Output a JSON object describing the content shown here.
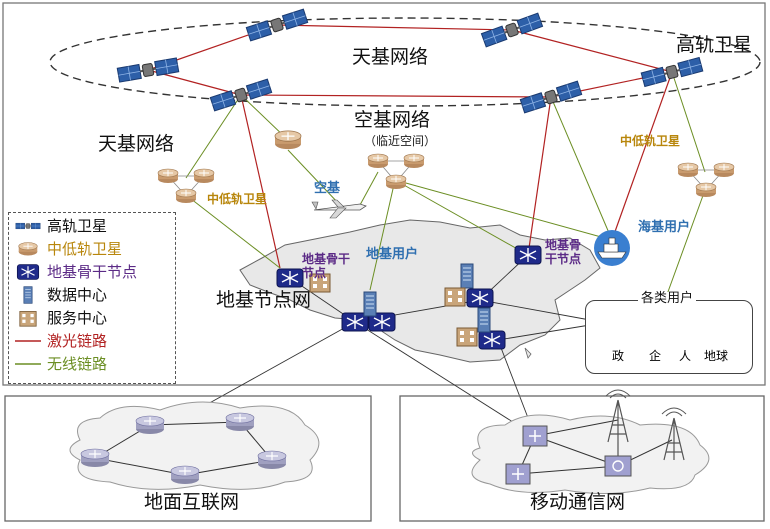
{
  "labels": {
    "sky_network_top": "天基网络",
    "geo_satellite": "高轨卫星",
    "sky_network_left": "天基网络",
    "air_network": "空基网络",
    "near_space": "（临近空间）",
    "leo_left": "中低轨卫星",
    "leo_right": "中低轨卫星",
    "air_base": "空基",
    "ground_user": "地基用户",
    "sea_user": "海基用户",
    "backbone_left": "地基骨干节点",
    "backbone_right": "地基骨干节点",
    "ground_node_net": "地基节点网",
    "ground_internet": "地面互联网",
    "mobile_network": "移动通信网"
  },
  "legend": [
    {
      "icon": "satellite-icon",
      "label": "高轨卫星",
      "color": "#111111"
    },
    {
      "icon": "leo-router-icon",
      "label": "中低轨卫星",
      "color": "#b8860b"
    },
    {
      "icon": "backbone-router-icon",
      "label": "地基骨干节点",
      "color": "#5b2a86"
    },
    {
      "icon": "data-center-icon",
      "label": "数据中心",
      "color": "#111111"
    },
    {
      "icon": "service-center-icon",
      "label": "服务中心",
      "color": "#111111"
    },
    {
      "icon": "laser-link-line",
      "label": "激光链路",
      "color": "#b22222"
    },
    {
      "icon": "wireless-link-line",
      "label": "无线链路",
      "color": "#6b8e23"
    }
  ],
  "users": {
    "title": "各类用户",
    "items": [
      "政",
      "企",
      "人",
      "地球"
    ]
  },
  "colors": {
    "laser": "#b22222",
    "wireless": "#6b8e23",
    "leo_node": "#d9b38c",
    "backbone_node": "#1f2a8a",
    "land": "#e8e8e8"
  }
}
